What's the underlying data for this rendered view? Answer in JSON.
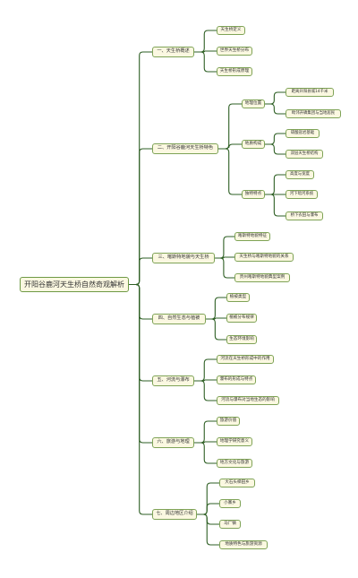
{
  "root": {
    "label": "开阳谷鹿河天生桥自然奇观解析"
  },
  "branches": [
    {
      "label": "一、天生桥概述",
      "children": [
        {
          "label": "天生桥定义"
        },
        {
          "label": "世界天生桥分布"
        },
        {
          "label": "天生桥形成原理"
        }
      ]
    },
    {
      "label": "二、开阳谷鹿河天生桥特色",
      "children": [
        {
          "label": "地理位置",
          "children": [
            {
              "label": "距离开阳县城14千米"
            },
            {
              "label": "毗邻开磷集团与当地居民"
            }
          ]
        },
        {
          "label": "地质构成",
          "children": [
            {
              "label": "碳酸盐岩基础"
            },
            {
              "label": "双层天生桥结构"
            }
          ]
        },
        {
          "label": "独特特点",
          "children": [
            {
              "label": "高度与宽度"
            },
            {
              "label": "河下暗河系统"
            },
            {
              "label": "桥下农田与瀑布"
            }
          ]
        }
      ]
    },
    {
      "label": "三、喀斯特地貌与天生桥",
      "children": [
        {
          "label": "喀斯特地貌特征"
        },
        {
          "label": "天生桥与喀斯特地貌的关系"
        },
        {
          "label": "贵州喀斯特地貌典型案例"
        }
      ]
    },
    {
      "label": "四、自然生态与植被",
      "children": [
        {
          "label": "植被类型"
        },
        {
          "label": "植被分布规律"
        },
        {
          "label": "生态环境影响"
        }
      ]
    },
    {
      "label": "五、河流与瀑布",
      "children": [
        {
          "label": "河流在天生桥形成中的作用"
        },
        {
          "label": "瀑布的形成与特点"
        },
        {
          "label": "河流与瀑布对当地生态的影响"
        }
      ]
    },
    {
      "label": "六、旅游与地理",
      "children": [
        {
          "label": "旅游价值"
        },
        {
          "label": "地理学研究意义"
        },
        {
          "label": "地方文化与旅游"
        }
      ]
    },
    {
      "label": "七、周边地区介绍",
      "children": [
        {
          "label": "大石头梯田乡"
        },
        {
          "label": "小寨乡"
        },
        {
          "label": "马厂镇"
        },
        {
          "label": "地质特色与旅游资源"
        }
      ]
    }
  ]
}
